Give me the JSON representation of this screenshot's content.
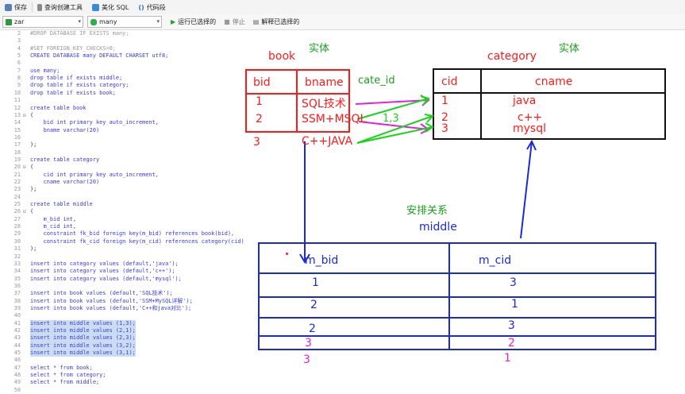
{
  "toolbar": {
    "save": "保存",
    "query_builder": "查询创建工具",
    "beautify": "美化 SQL",
    "snippet": "代码段"
  },
  "toolbar2": {
    "connection": "zar",
    "database": "many",
    "run_selected": "运行已选择的",
    "stop": "停止",
    "explain_selected": "解释已选择的"
  },
  "editor": {
    "lines": [
      {
        "n": "2",
        "t": "#DROP DATABASE IF EXISTS many;",
        "c": "cm"
      },
      {
        "n": "3",
        "t": "",
        "c": ""
      },
      {
        "n": "4",
        "t": "#SET FOREIGN_KEY_CHECKS=0;",
        "c": "cm"
      },
      {
        "n": "5",
        "t": "CREATE DATABASE many DEFAULT CHARSET utf8;",
        "c": "kw"
      },
      {
        "n": "6",
        "t": "",
        "c": ""
      },
      {
        "n": "7",
        "t": "use many;",
        "c": "kw"
      },
      {
        "n": "8",
        "t": "drop table if exists middle;",
        "c": "kw"
      },
      {
        "n": "9",
        "t": "drop table if exists category;",
        "c": "kw"
      },
      {
        "n": "10",
        "t": "drop table if exists book;",
        "c": "kw"
      },
      {
        "n": "11",
        "t": "",
        "c": ""
      },
      {
        "n": "12",
        "t": "create table book",
        "c": "kw"
      },
      {
        "n": "13",
        "t": "(",
        "c": "",
        "f": "⊟"
      },
      {
        "n": "14",
        "t": "    bid int primary key auto_increment,",
        "c": "kw"
      },
      {
        "n": "15",
        "t": "    bname varchar(20)",
        "c": "kw"
      },
      {
        "n": "16",
        "t": "",
        "c": ""
      },
      {
        "n": "17",
        "t": ");",
        "c": ""
      },
      {
        "n": "18",
        "t": "",
        "c": ""
      },
      {
        "n": "19",
        "t": "create table category",
        "c": "kw"
      },
      {
        "n": "20",
        "t": "(",
        "c": "",
        "f": "⊟"
      },
      {
        "n": "21",
        "t": "    cid int primary key auto_increment,",
        "c": "kw"
      },
      {
        "n": "22",
        "t": "    cname varchar(20)",
        "c": "kw"
      },
      {
        "n": "23",
        "t": ");",
        "c": ""
      },
      {
        "n": "24",
        "t": "",
        "c": ""
      },
      {
        "n": "25",
        "t": "create table middle",
        "c": "kw"
      },
      {
        "n": "26",
        "t": "(",
        "c": "",
        "f": "⊟"
      },
      {
        "n": "27",
        "t": "    m_bid int,",
        "c": "kw"
      },
      {
        "n": "28",
        "t": "    m_cid int,",
        "c": "kw"
      },
      {
        "n": "29",
        "t": "    constraint fk_bid foreign key(m_bid) references book(bid),",
        "c": "kw"
      },
      {
        "n": "30",
        "t": "    constraint fk_cid foreign key(m_cid) references category(cid)",
        "c": "kw"
      },
      {
        "n": "31",
        "t": ");",
        "c": ""
      },
      {
        "n": "32",
        "t": "",
        "c": ""
      },
      {
        "n": "33",
        "t": "insert into category values (default,'java');",
        "c": "kw"
      },
      {
        "n": "34",
        "t": "insert into category values (default,'c++');",
        "c": "kw"
      },
      {
        "n": "35",
        "t": "insert into category values (default,'mysql');",
        "c": "kw"
      },
      {
        "n": "36",
        "t": "",
        "c": ""
      },
      {
        "n": "37",
        "t": "insert into book values (default,'SQL技术');",
        "c": "kw"
      },
      {
        "n": "38",
        "t": "insert into book values (default,'SSM+MySQL详解');",
        "c": "kw"
      },
      {
        "n": "39",
        "t": "insert into book values (default,'C++和java对比');",
        "c": "kw"
      },
      {
        "n": "40",
        "t": "",
        "c": ""
      },
      {
        "n": "41",
        "t": "insert into middle values (1,3);",
        "c": "kw",
        "h": true
      },
      {
        "n": "42",
        "t": "insert into middle values (2,1);",
        "c": "kw",
        "h": true
      },
      {
        "n": "43",
        "t": "insert into middle values (2,3);",
        "c": "kw",
        "h": true
      },
      {
        "n": "44",
        "t": "insert into middle values (3,2);",
        "c": "kw",
        "h": true
      },
      {
        "n": "45",
        "t": "insert into middle values (3,1);",
        "c": "kw",
        "h": true
      },
      {
        "n": "46",
        "t": "",
        "c": ""
      },
      {
        "n": "47",
        "t": "select * from book;",
        "c": "kw"
      },
      {
        "n": "48",
        "t": "select * from category;",
        "c": "kw"
      },
      {
        "n": "49",
        "t": "select * from middle;",
        "c": "kw"
      },
      {
        "n": "50",
        "t": "",
        "c": ""
      }
    ]
  },
  "drawing": {
    "label_entity_left": "实体",
    "label_entity_right": "实体",
    "book_title": "book",
    "category_title": "category",
    "cate_id": "cate_id",
    "book_headers": [
      "bid",
      "bname"
    ],
    "book_rows": [
      [
        "1",
        "SQL技术"
      ],
      [
        "2",
        "SSM+MSQL"
      ],
      [
        "3",
        "C++JAVA"
      ]
    ],
    "category_headers": [
      "cid",
      "cname"
    ],
    "category_rows": [
      [
        "1",
        "java"
      ],
      [
        "2",
        "c++"
      ],
      [
        "3",
        "mysql"
      ]
    ],
    "link_note": "1,3",
    "relation_label": "安排关系",
    "middle_title": "middle",
    "middle_headers": [
      "m_bid",
      "m_cid"
    ],
    "middle_rows": [
      [
        "1",
        "3"
      ],
      [
        "2",
        "1"
      ],
      [
        "2",
        "3"
      ],
      [
        "3",
        "2"
      ],
      [
        "3",
        "1"
      ]
    ],
    "colors": {
      "red": "#ff1a1a",
      "black": "#111111",
      "green": "#19d419",
      "blue": "#1a2bd6",
      "magenta": "#e020e0"
    }
  }
}
